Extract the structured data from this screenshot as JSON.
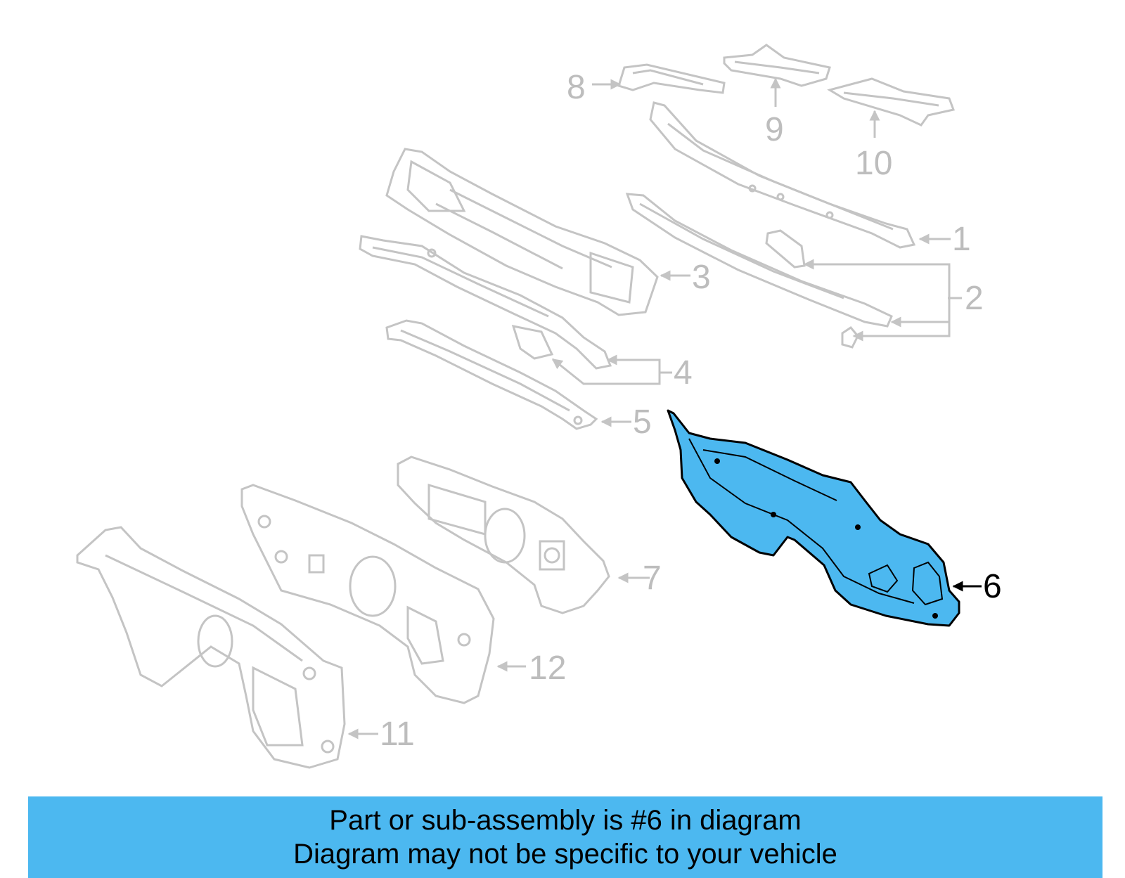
{
  "colors": {
    "ghost": "#c4c4c4",
    "ghost_label": "#bdbdbd",
    "highlight_fill": "#4cb8f0",
    "highlight_stroke": "#000000",
    "caption_bg": "#4cb8f0",
    "caption_text": "#000000"
  },
  "callouts": {
    "c1": "1",
    "c2": "2",
    "c3": "3",
    "c4": "4",
    "c5": "5",
    "c6": "6",
    "c7": "7",
    "c8": "8",
    "c9": "9",
    "c10": "10",
    "c11": "11",
    "c12": "12"
  },
  "highlighted_part": "6",
  "caption": {
    "line1": "Part or sub-assembly is #6 in diagram",
    "line2": "Diagram may not be specific to your vehicle"
  }
}
